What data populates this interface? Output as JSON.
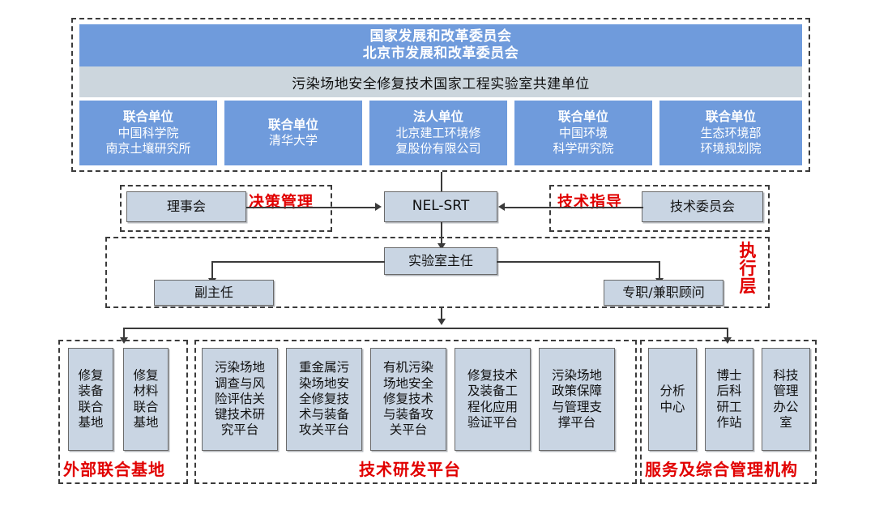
{
  "top_panel": {
    "header_lines": [
      "国家发展和改革委员会",
      "北京市发展和改革委员会"
    ],
    "subtitle": "污染场地安全修复技术国家工程实验室共建单位",
    "units": [
      {
        "role": "联合单位",
        "lines": [
          "中国科学院",
          "南京土壤研究所"
        ]
      },
      {
        "role": "联合单位",
        "lines": [
          "清华大学"
        ]
      },
      {
        "role": "法人单位",
        "lines": [
          "北京建工环境修",
          "复股份有限公司"
        ]
      },
      {
        "role": "联合单位",
        "lines": [
          "中国环境",
          "科学研究院"
        ]
      },
      {
        "role": "联合单位",
        "lines": [
          "生态环境部",
          "环境规划院"
        ]
      }
    ]
  },
  "governance": {
    "left_group_label": "决策管理",
    "left_node": "理事会",
    "center_node": "NEL-SRT",
    "right_group_label": "技术指导",
    "right_node": "技术委员会"
  },
  "execution": {
    "layer_label": "执行层",
    "director": "实验室主任",
    "deputy": "副主任",
    "advisor": "专职/兼职顾问"
  },
  "bottom": {
    "groups": [
      {
        "label": "外部联合基地",
        "boxes": [
          {
            "lines": [
              "修复",
              "装备",
              "联合",
              "基地"
            ]
          },
          {
            "lines": [
              "修复",
              "材料",
              "联合",
              "基地"
            ]
          }
        ]
      },
      {
        "label": "技术研发平台",
        "boxes": [
          {
            "lines": [
              "污染场地",
              "调查与风",
              "险评估关",
              "键技术研",
              "究平台"
            ]
          },
          {
            "lines": [
              "重金属污",
              "染场地安",
              "全修复技",
              "术与装备",
              "攻关平台"
            ]
          },
          {
            "lines": [
              "有机污染",
              "场地安全",
              "修复技术",
              "与装备攻",
              "关平台"
            ]
          },
          {
            "lines": [
              "修复技术",
              "及装备工",
              "程化应用",
              "验证平台"
            ]
          },
          {
            "lines": [
              "污染场地",
              "政策保障",
              "与管理支",
              "撑平台"
            ]
          }
        ]
      },
      {
        "label": "服务及综合管理机构",
        "boxes": [
          {
            "lines": [
              "分析",
              "中心"
            ]
          },
          {
            "lines": [
              "博士",
              "后科",
              "研工",
              "作站"
            ]
          },
          {
            "lines": [
              "科技",
              "管理",
              "办公",
              "室"
            ]
          }
        ]
      }
    ]
  },
  "colors": {
    "blue": "#6f9bdc",
    "band": "#ccd6dd",
    "node": "#c9d5e3",
    "red": "#e10000",
    "line": "#3a3a3a"
  }
}
